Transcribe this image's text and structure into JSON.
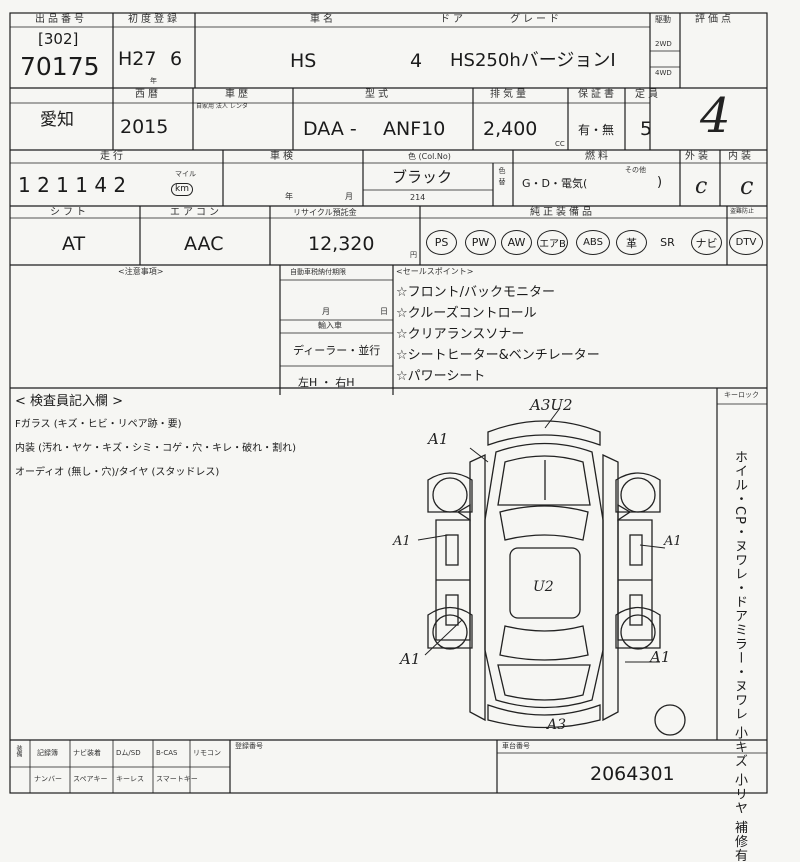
{
  "header": {
    "lot_label": "出品番号",
    "year_label": "初度登録",
    "name_label": "車名",
    "door_label": "ドア",
    "grade_label": "グレード",
    "drive_label": "駆動",
    "score_label": "評価点",
    "venue_code": "[302]",
    "lot_number": "70175",
    "era_year": "H27",
    "month": "6",
    "nen": "年",
    "car_name": "HS",
    "doors": "4",
    "grade": "HS250hバージョンI",
    "drive_2wd": "2WD",
    "drive_4wd": "4WD",
    "score": "4"
  },
  "row2": {
    "region": "愛知",
    "model_year_label": "西暦",
    "model_year": "2015",
    "history_label": "車歴",
    "history_sub": "自家用 法人 レンタ",
    "type_label": "型式",
    "prefix": "DAA -",
    "model_code": "ANF10",
    "displacement_label": "排気量",
    "displacement": "2,400",
    "cc": "CC",
    "warranty_label": "保証書",
    "warranty": "有・無",
    "capacity_label": "定員",
    "capacity": "5"
  },
  "row3": {
    "mileage_label": "走行",
    "mileage": "1 2 1  1 4 2",
    "mile": "マイル",
    "km": "km",
    "inspection_label": "車検",
    "year_char": "年",
    "month_char": "月",
    "color_label": "色 (Col.No)",
    "color": "ブラック",
    "color_no": "214",
    "repaint_label": "色替",
    "fuel_label": "燃料",
    "fuel": "G・D・電気(",
    "fuel_close": ")",
    "fuel_other": "その他",
    "exterior_label": "外装",
    "interior_label": "内装",
    "exterior": "c",
    "interior": "c"
  },
  "row4": {
    "shift_label": "シフト",
    "shift": "AT",
    "ac_label": "エアコン",
    "ac": "AAC",
    "recycle_label": "リサイクル預託金",
    "recycle": "12,320",
    "yen": "円",
    "equip_label": "純正装備品",
    "stolen_label": "盗難防止",
    "equipment": [
      "PS",
      "PW",
      "AW",
      "エアB",
      "ABS",
      "革",
      "SR",
      "ナビ",
      "DTV"
    ]
  },
  "notes": {
    "notes_label": "<注意事項>",
    "tax_label": "自動車税納付期限",
    "tsuki": "月",
    "hi": "日",
    "import_label": "輸入車",
    "dealer": "ディーラー・並行",
    "steering": "左H ・ 右H",
    "sales_label": "<セールスポイント>",
    "sales_points": [
      "☆フロント/バックモニター",
      "☆クルーズコントロール",
      "☆クリアランスソナー",
      "☆シートヒーター&ベンチレーター",
      "☆パワーシート"
    ]
  },
  "inspection": {
    "label": "< 検査員記入欄 >",
    "glass": "Fガラス (キズ・ヒビ・リペア跡・要)",
    "interior": "内装 (汚れ・ヤケ・キズ・シミ・コゲ・穴・キレ・破れ・割れ)",
    "audio": "オーディオ (無し・穴)/タイヤ (スタッドレス)",
    "marks": [
      "A3U2",
      "A1",
      "A1",
      "A1",
      "A1",
      "A1",
      "U2",
      "A3"
    ],
    "keyless_label": "キーロック",
    "side_notes": "ホイル・CP・ヌワレ・ドアミラー・ヌワレ 小キズ 小リヤ 補修有"
  },
  "footer": {
    "cols": [
      "記録簿",
      "ナビ装着",
      "Dム/SD",
      "B-CAS",
      "リモコン"
    ],
    "cols2": [
      "ナンバー",
      "スペアキー",
      "キーレス",
      "スマートキー"
    ],
    "reg_label": "登録番号",
    "frame_label": "車台番号",
    "frame_number": "2064301"
  }
}
